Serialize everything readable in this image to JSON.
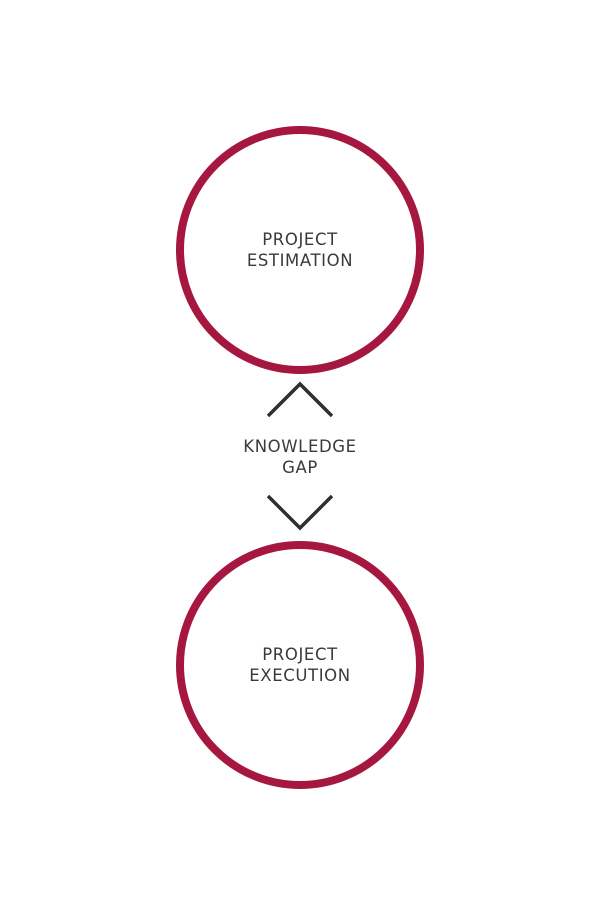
{
  "diagram": {
    "top_node": {
      "line1": "PROJECT",
      "line2": "ESTIMATION"
    },
    "gap_label": {
      "line1": "KNOWLEDGE",
      "line2": "GAP"
    },
    "bottom_node": {
      "line1": "PROJECT",
      "line2": "EXECUTION"
    },
    "colors": {
      "circle_stroke": "#a6173f",
      "text": "#3a3a3a",
      "chevron": "#2f2f2f"
    },
    "icons": [
      "chevron-up-icon",
      "chevron-down-icon"
    ]
  }
}
